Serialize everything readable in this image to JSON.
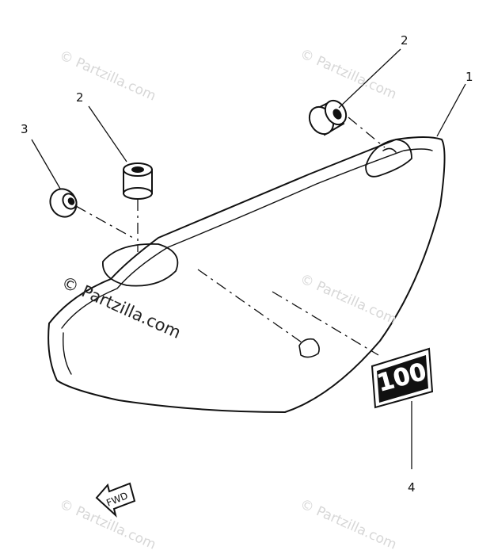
{
  "watermark_text": "© Partzilla.com",
  "callouts": {
    "c1": "1",
    "c2a": "2",
    "c2b": "2",
    "c3": "3",
    "c4": "4"
  },
  "emblem_text": "100",
  "arrow_text": "FWD",
  "colors": {
    "ink": "#111111",
    "watermark": "#d7d7d7"
  }
}
